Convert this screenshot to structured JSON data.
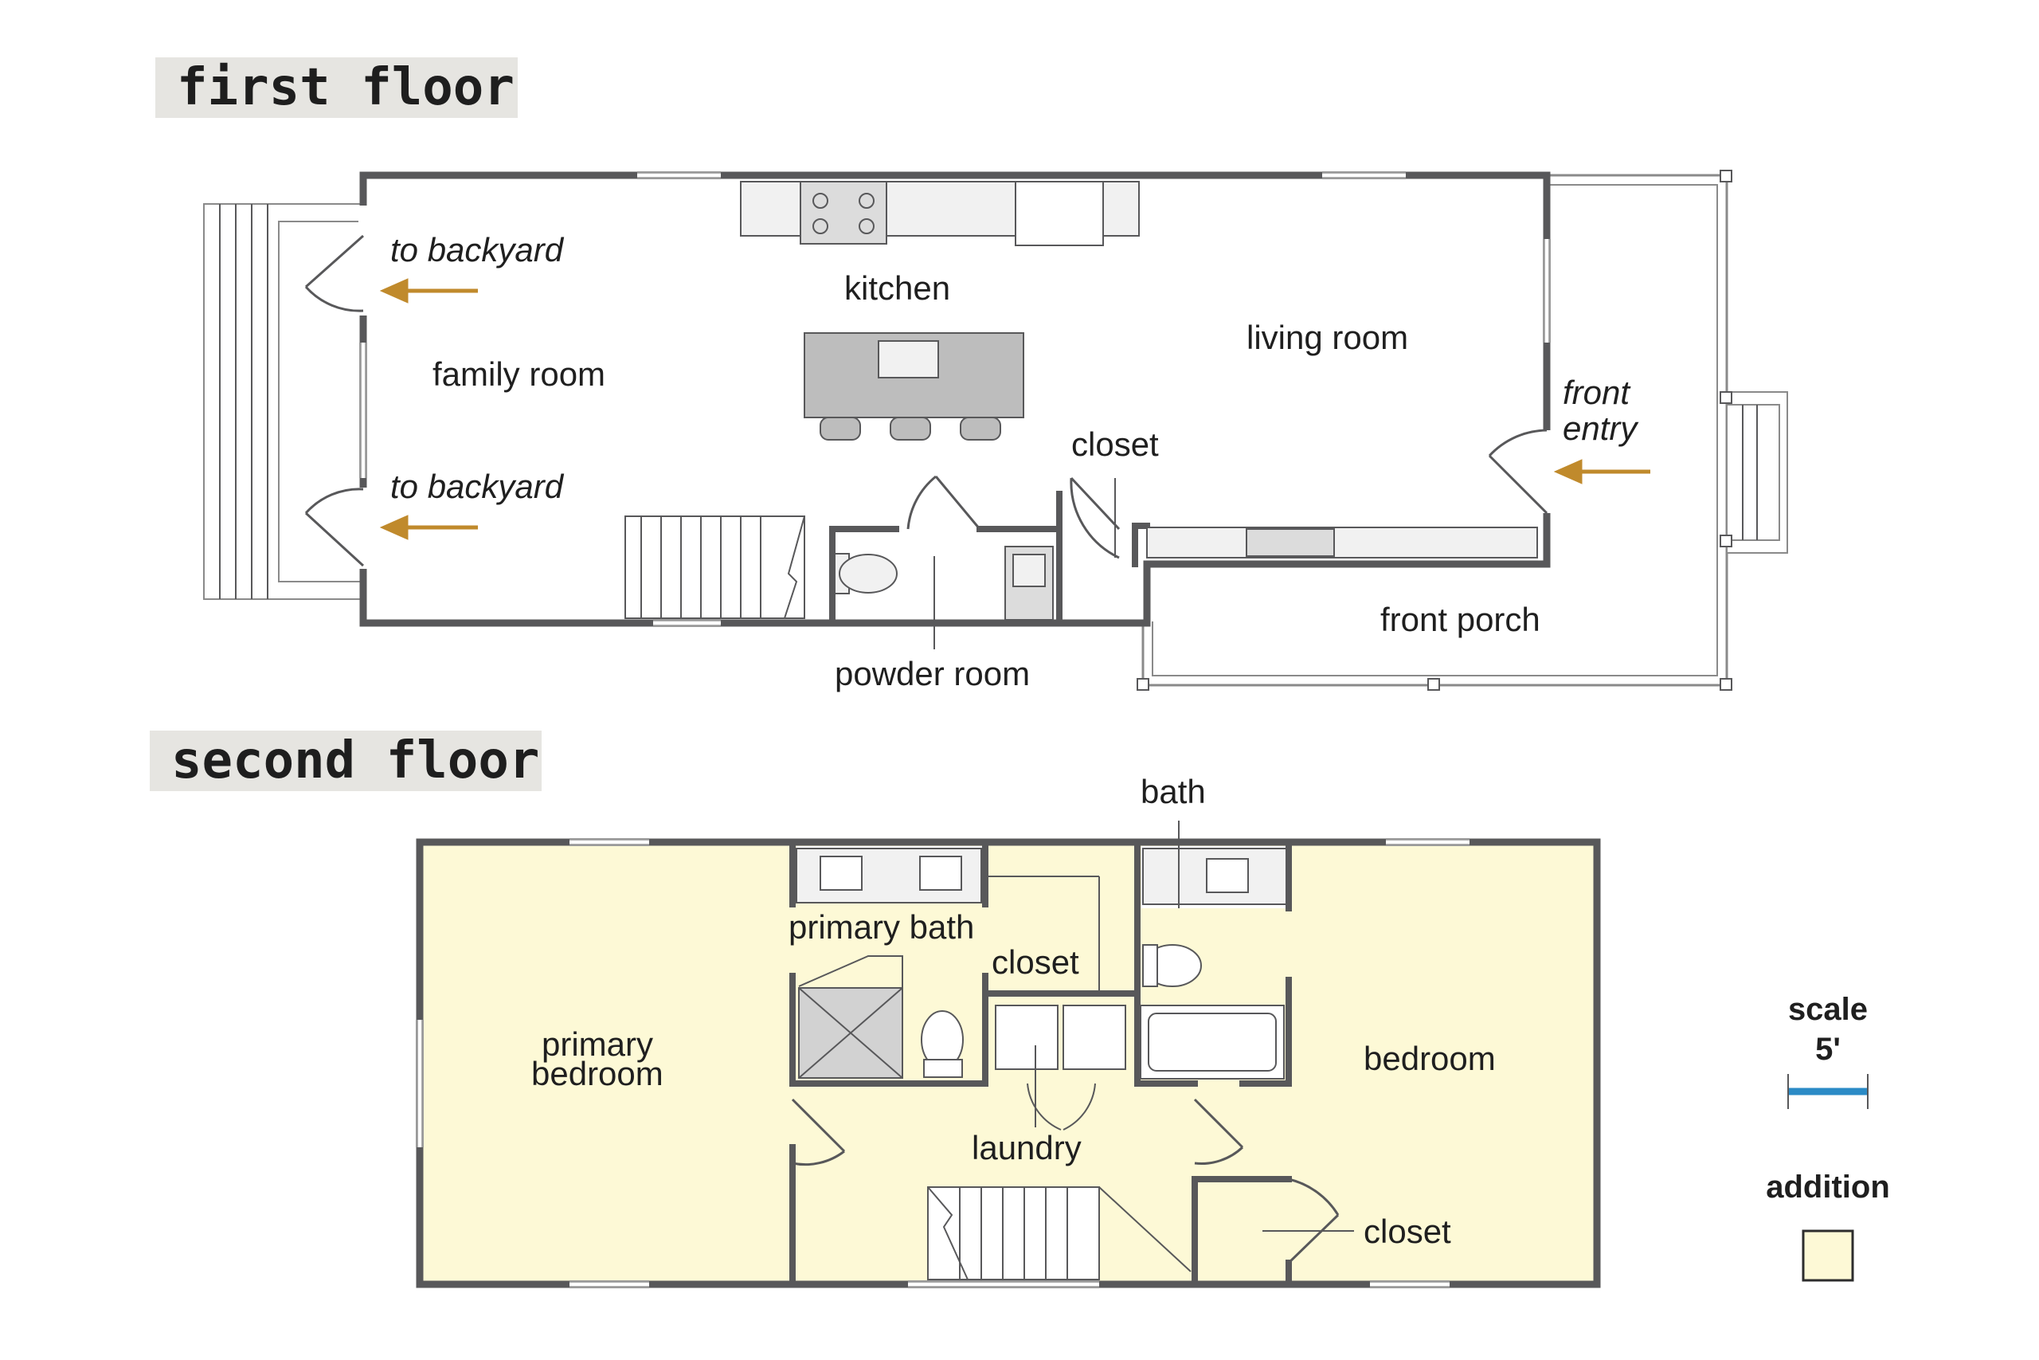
{
  "headings": {
    "first_floor": "first floor",
    "second_floor": "second floor"
  },
  "first_floor": {
    "labels": {
      "to_backyard_top": "to backyard",
      "to_backyard_bottom": "to backyard",
      "kitchen": "kitchen",
      "family_room": "family room",
      "living_room": "living room",
      "front_entry_line1": "front",
      "front_entry_line2": "entry",
      "closet": "closet",
      "powder_room": "powder room",
      "front_porch": "front porch"
    }
  },
  "second_floor": {
    "labels": {
      "bath": "bath",
      "primary_bath": "primary bath",
      "closet_upper": "closet",
      "primary_bedroom_line1": "primary",
      "primary_bedroom_line2": "bedroom",
      "bedroom": "bedroom",
      "laundry": "laundry",
      "closet_lower": "closet"
    }
  },
  "legend": {
    "scale_title": "scale",
    "scale_value": "5'",
    "addition_label": "addition"
  },
  "colors": {
    "wall": "#58585a",
    "addition_fill": "#fdf9d6",
    "arrow": "#c08a2c",
    "scale_bar": "#2b8bc6",
    "heading_bg": "#e6e5e1"
  }
}
